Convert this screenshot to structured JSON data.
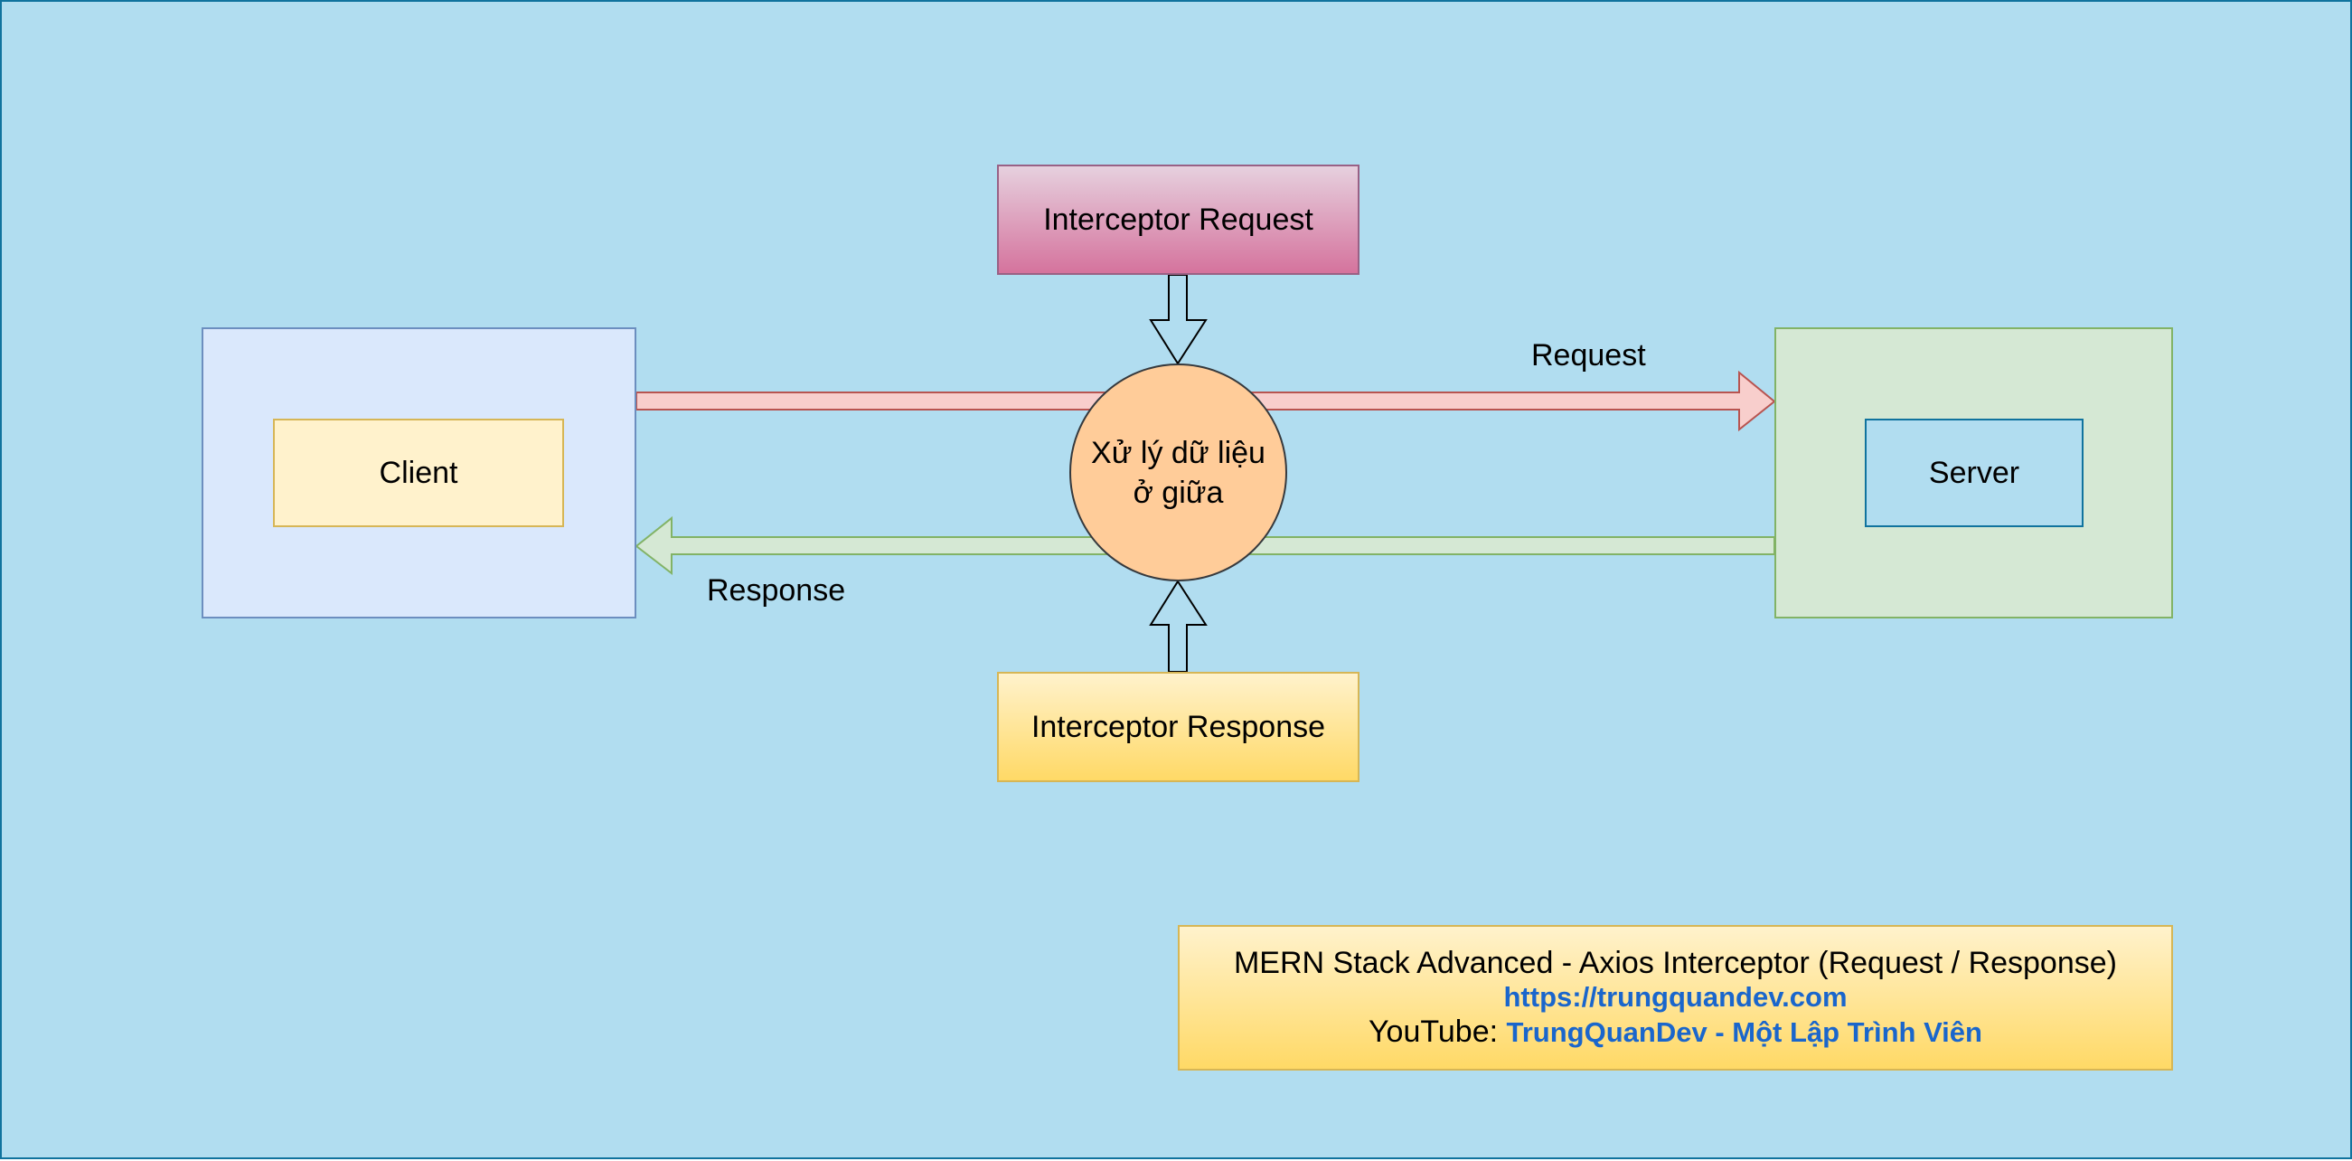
{
  "nodes": {
    "client": "Client",
    "server": "Server",
    "interceptor_request": "Interceptor Request",
    "interceptor_response": "Interceptor Response",
    "middle": [
      "Xử lý dữ liệu",
      "ở giữa"
    ]
  },
  "edges": {
    "request": "Request",
    "response": "Response"
  },
  "info": {
    "title": "MERN Stack Advanced - Axios Interceptor (Request / Response)",
    "url": "https://trungquandev.com",
    "youtube_prefix": "YouTube: ",
    "youtube_channel": "TrungQuanDev - Một Lập Trình Viên"
  },
  "colors": {
    "background": "#b1ddf0",
    "request_arrow": "#f8cecc",
    "response_arrow": "#d5e8d4",
    "link": "#1a66cc"
  }
}
